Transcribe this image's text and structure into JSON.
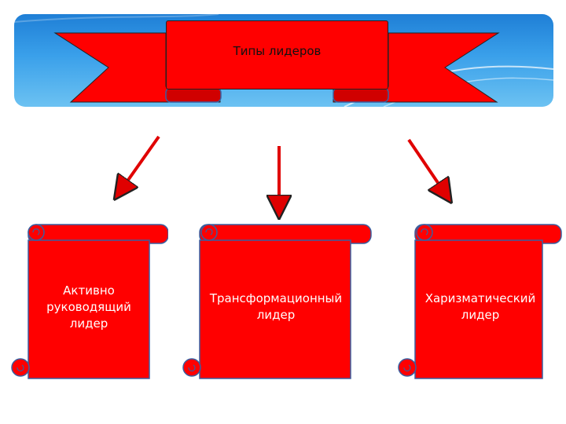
{
  "title": "Типы лидеров",
  "types": [
    {
      "label": "Активно руководящий лидер"
    },
    {
      "label": "Трансформационный лидер"
    },
    {
      "label": "Харизматический лидер"
    }
  ],
  "colors": {
    "ribbon": "#ff0000",
    "outline": "#3a5fa0",
    "arrow": "#e00000",
    "sky": "#2f8fdf"
  }
}
